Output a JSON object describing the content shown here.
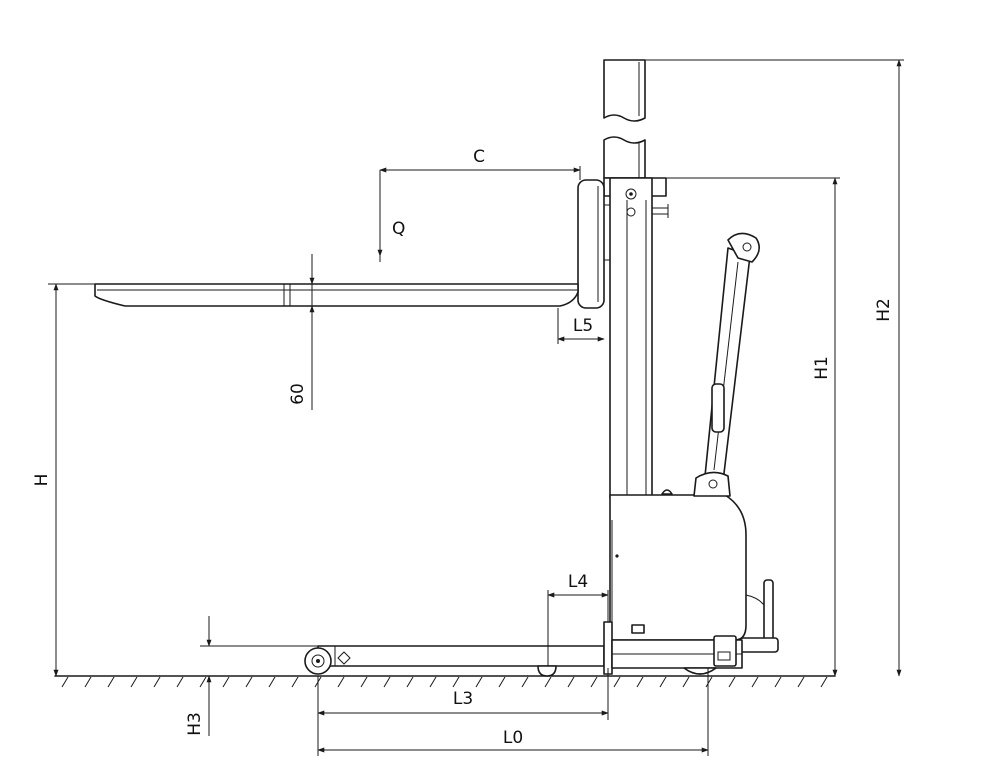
{
  "dimensions": {
    "c": "C",
    "q": "Q",
    "l5": "L5",
    "sixty": "60",
    "h": "H",
    "h1": "H1",
    "h2": "H2",
    "l4": "L4",
    "h3": "H3",
    "l3": "L3",
    "l0": "L0"
  }
}
